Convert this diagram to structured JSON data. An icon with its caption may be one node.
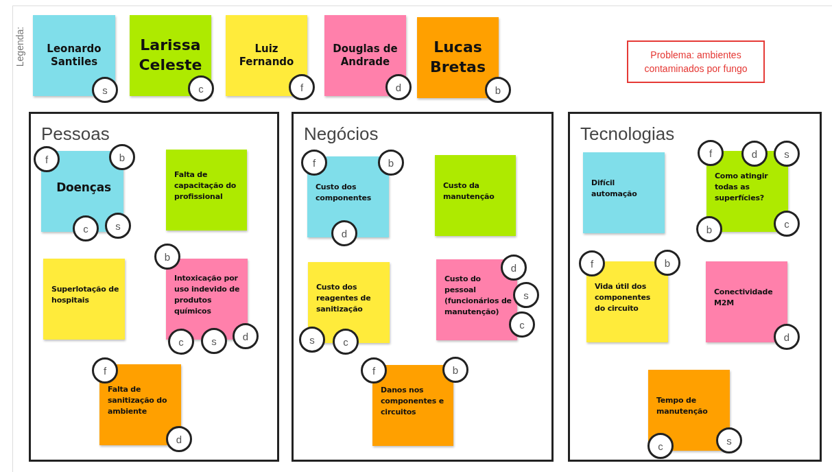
{
  "diagram": {
    "nodes": [
      {
        "text": [
          "Problema: ambientes contaminados por fungo"
        ]
      },
      {
        "text": [
          "Pessoas"
        ]
      },
      {
        "text": [
          "Doenças",
          "f",
          "b",
          "c",
          "s"
        ],
        "in": 1
      },
      {
        "text": [
          "Falta de capacitação do profissional"
        ],
        "in": 1
      },
      {
        "text": [
          "Superlotação de hospitais"
        ],
        "in": 1
      },
      {
        "text": [
          "Intoxicação por uso indevido de produtos químicos",
          "b",
          "c",
          "s",
          "d"
        ],
        "in": 1
      },
      {
        "text": [
          "Falta de sanitização do ambiente",
          "f",
          "d"
        ],
        "in": 1
      },
      {
        "text": [
          "Negócios"
        ]
      },
      {
        "text": [
          "Custo dos componentes",
          "f",
          "b",
          "d"
        ],
        "in": 7
      },
      {
        "text": [
          "Custo da manutenção"
        ],
        "in": 7
      },
      {
        "text": [
          "Custo dos reagentes de sanitização",
          "s",
          "c"
        ],
        "in": 7
      },
      {
        "text": [
          "Custo do pessoal (funcionários de manutenção)",
          "d",
          "s",
          "c"
        ],
        "in": 7
      },
      {
        "text": [
          "Danos nos componentes e circuitos",
          "f",
          "b"
        ],
        "in": 7
      },
      {
        "text": [
          "Tecnologias"
        ]
      },
      {
        "text": [
          "Difícil automação"
        ],
        "in": 13
      },
      {
        "text": [
          "Como atingir todas as superfícies?",
          "f",
          "d",
          "s",
          "b",
          "c"
        ],
        "in": 13
      },
      {
        "text": [
          "Vida útil dos componentes do circuito",
          "f",
          "b"
        ],
        "in": 13
      },
      {
        "text": [
          "Conectividade M2M",
          "d"
        ],
        "in": 13
      },
      {
        "text": [
          "Tempo de manutenção",
          "c",
          "s"
        ],
        "in": 13
      }
    ],
    "edges": [],
    "labels": [
      "Legenda:",
      "s",
      "c",
      "f",
      "d",
      "b"
    ],
    "legend": [
      {
        "text": "Leonardo Santiles",
        "color": "#80deea"
      },
      {
        "text": "Larissa Celeste",
        "color": "#aeea00"
      },
      {
        "text": "Luiz Fernando",
        "color": "#ffeb3b"
      },
      {
        "text": "Douglas de Andrade",
        "color": "#ff80ab"
      },
      {
        "text": "Lucas Bretas",
        "color": "#ffa000"
      }
    ]
  }
}
